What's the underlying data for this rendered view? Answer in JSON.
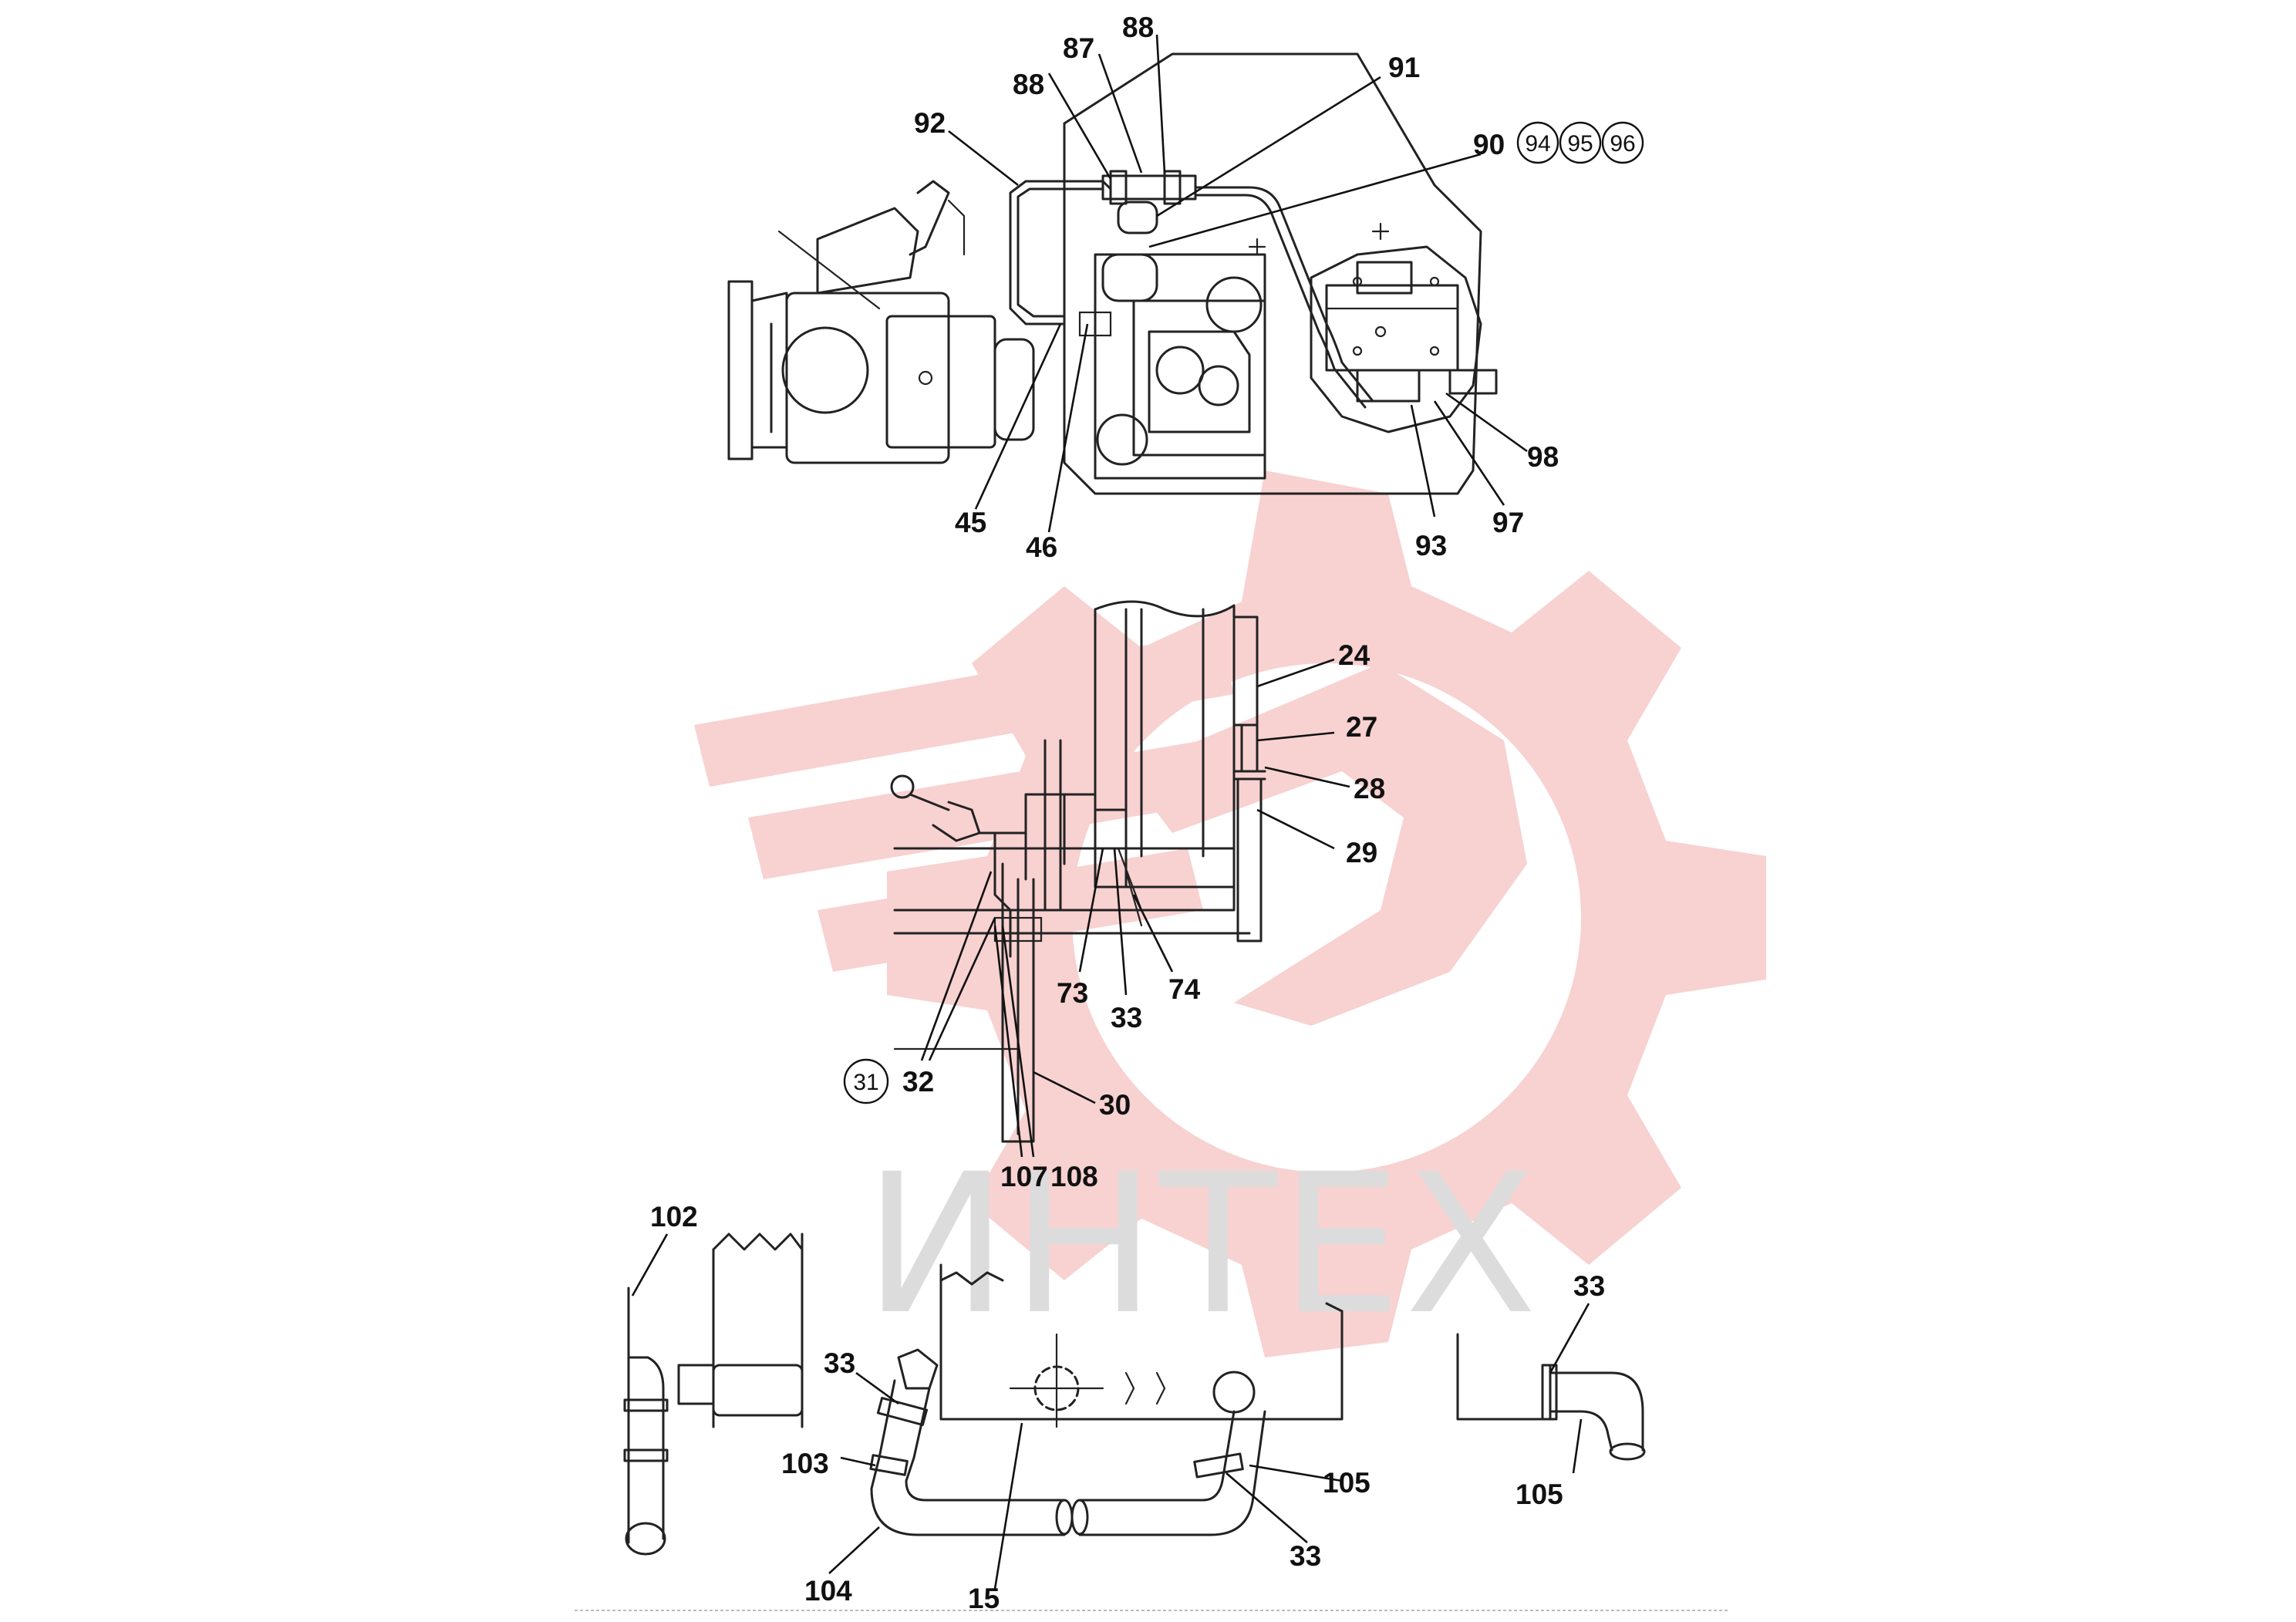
{
  "watermark": {
    "text": "ИНТЕХ",
    "gear_color": "#f7c9c9",
    "text_color": "#dcdcdc"
  },
  "callouts": {
    "pump_assembly": [
      "88",
      "87",
      "88",
      "91",
      "92",
      "90",
      "45",
      "46",
      "98",
      "97",
      "93"
    ],
    "circled_group_90": [
      "94",
      "95",
      "96"
    ],
    "tank_assembly": [
      "24",
      "27",
      "28",
      "29",
      "73",
      "33",
      "74",
      "32",
      "30",
      "107",
      "108"
    ],
    "circled_31": "31",
    "hoses": [
      "102",
      "33",
      "103",
      "104",
      "15",
      "105",
      "33",
      "33",
      "105"
    ]
  },
  "colors": {
    "line": "#222222",
    "background": "#ffffff"
  }
}
